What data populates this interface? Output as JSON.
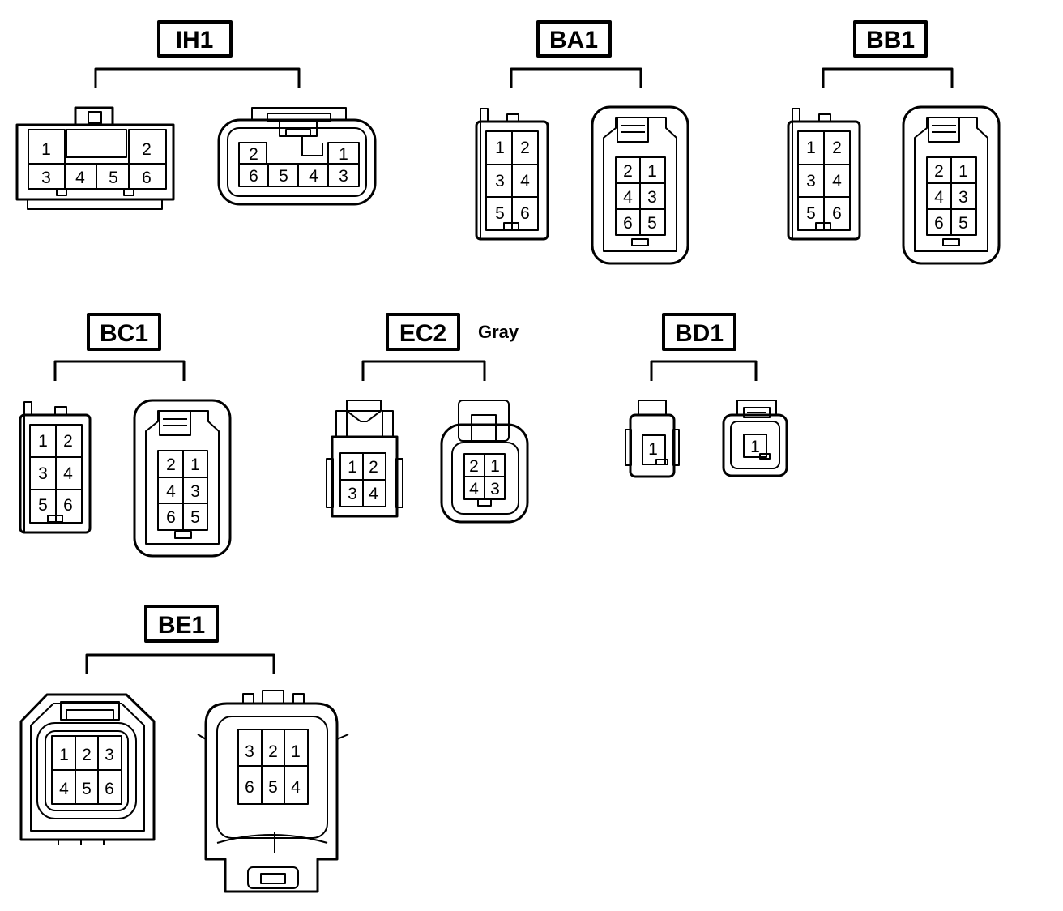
{
  "connectors": {
    "ih1": {
      "label": "IH1",
      "left": [
        "1",
        "2",
        "3",
        "4",
        "5",
        "6"
      ],
      "right": [
        "2",
        "1",
        "6",
        "5",
        "4",
        "3"
      ]
    },
    "ba1": {
      "label": "BA1",
      "left": [
        "1",
        "2",
        "3",
        "4",
        "5",
        "6"
      ],
      "right": [
        "2",
        "1",
        "4",
        "3",
        "6",
        "5"
      ]
    },
    "bb1": {
      "label": "BB1",
      "left": [
        "1",
        "2",
        "3",
        "4",
        "5",
        "6"
      ],
      "right": [
        "2",
        "1",
        "4",
        "3",
        "6",
        "5"
      ]
    },
    "bc1": {
      "label": "BC1",
      "left": [
        "1",
        "2",
        "3",
        "4",
        "5",
        "6"
      ],
      "right": [
        "2",
        "1",
        "4",
        "3",
        "6",
        "5"
      ]
    },
    "ec2": {
      "label": "EC2",
      "note": "Gray",
      "left": [
        "1",
        "2",
        "3",
        "4"
      ],
      "right": [
        "2",
        "1",
        "4",
        "3"
      ]
    },
    "bd1": {
      "label": "BD1",
      "left": [
        "1"
      ],
      "right": [
        "1"
      ]
    },
    "be1": {
      "label": "BE1",
      "left": [
        "1",
        "2",
        "3",
        "4",
        "5",
        "6"
      ],
      "right": [
        "3",
        "2",
        "1",
        "6",
        "5",
        "4"
      ]
    }
  }
}
